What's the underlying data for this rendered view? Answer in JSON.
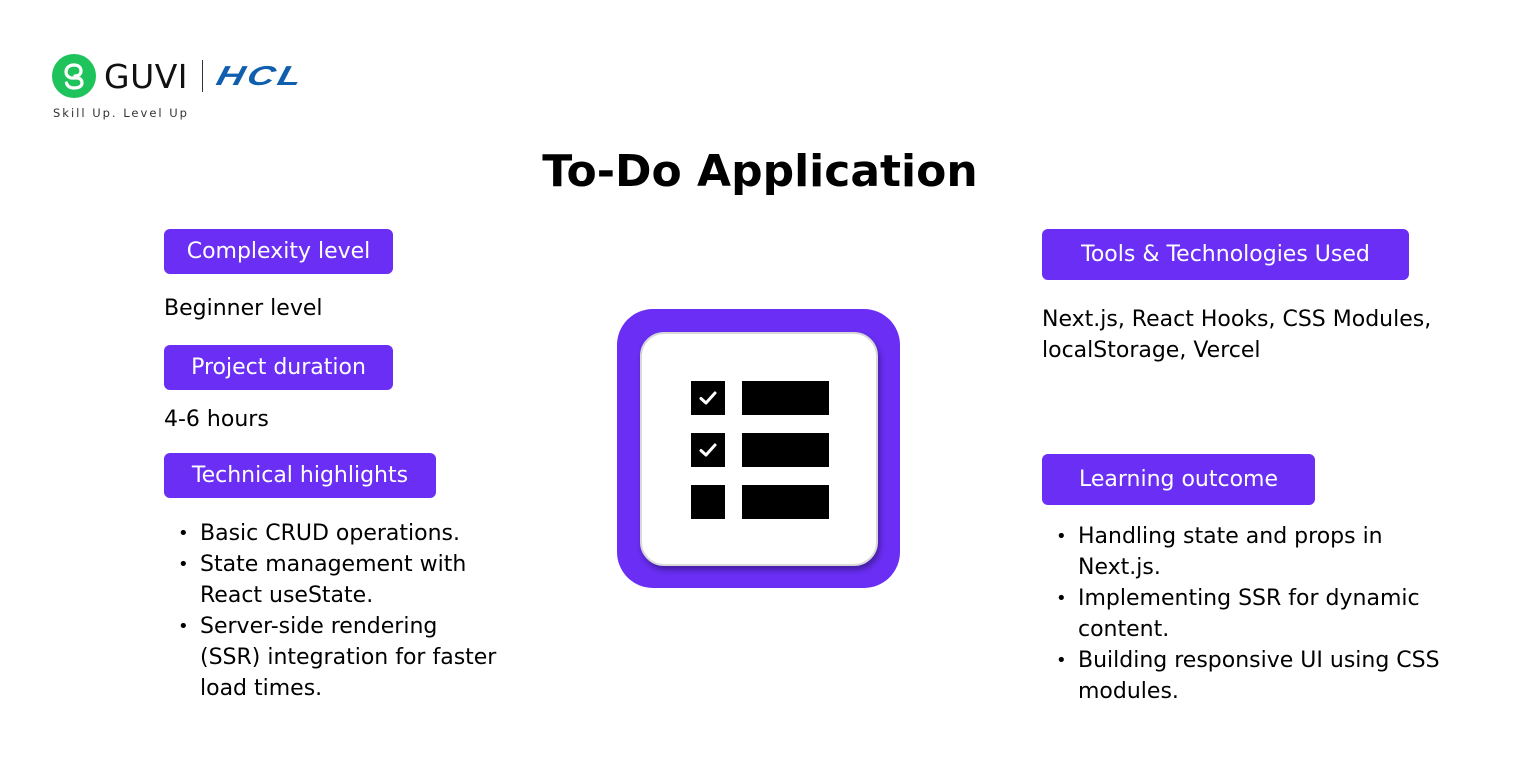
{
  "colors": {
    "accent": "#6a2ef5",
    "guvi_green": "#1fc35c",
    "hcl_blue": "#0f5fae",
    "text": "#000000"
  },
  "logo": {
    "brand_primary": "GUVI",
    "brand_secondary": "HCL",
    "tagline": "Skill Up. Level Up",
    "guvi_icon": "guvi-g-logo-icon"
  },
  "title": "To-Do Application",
  "left": {
    "complexity": {
      "label": "Complexity level",
      "value": "Beginner level"
    },
    "duration": {
      "label": "Project duration",
      "value": "4-6 hours"
    },
    "highlights": {
      "label": "Technical highlights",
      "items": [
        "Basic CRUD operations.",
        "State management with React useState.",
        "Server-side rendering (SSR) integration for faster load times."
      ]
    }
  },
  "right": {
    "tools": {
      "label": "Tools & Technologies Used",
      "value": "Next.js, React Hooks, CSS Modules, localStorage, Vercel"
    },
    "outcome": {
      "label": "Learning outcome",
      "items": [
        "Handling state and props in Next.js.",
        "Implementing SSR for dynamic content.",
        "Building responsive UI using CSS modules."
      ]
    }
  },
  "center_icon": {
    "name": "todo-checklist-icon",
    "rows": [
      {
        "checked": true
      },
      {
        "checked": true
      },
      {
        "checked": false
      }
    ]
  }
}
